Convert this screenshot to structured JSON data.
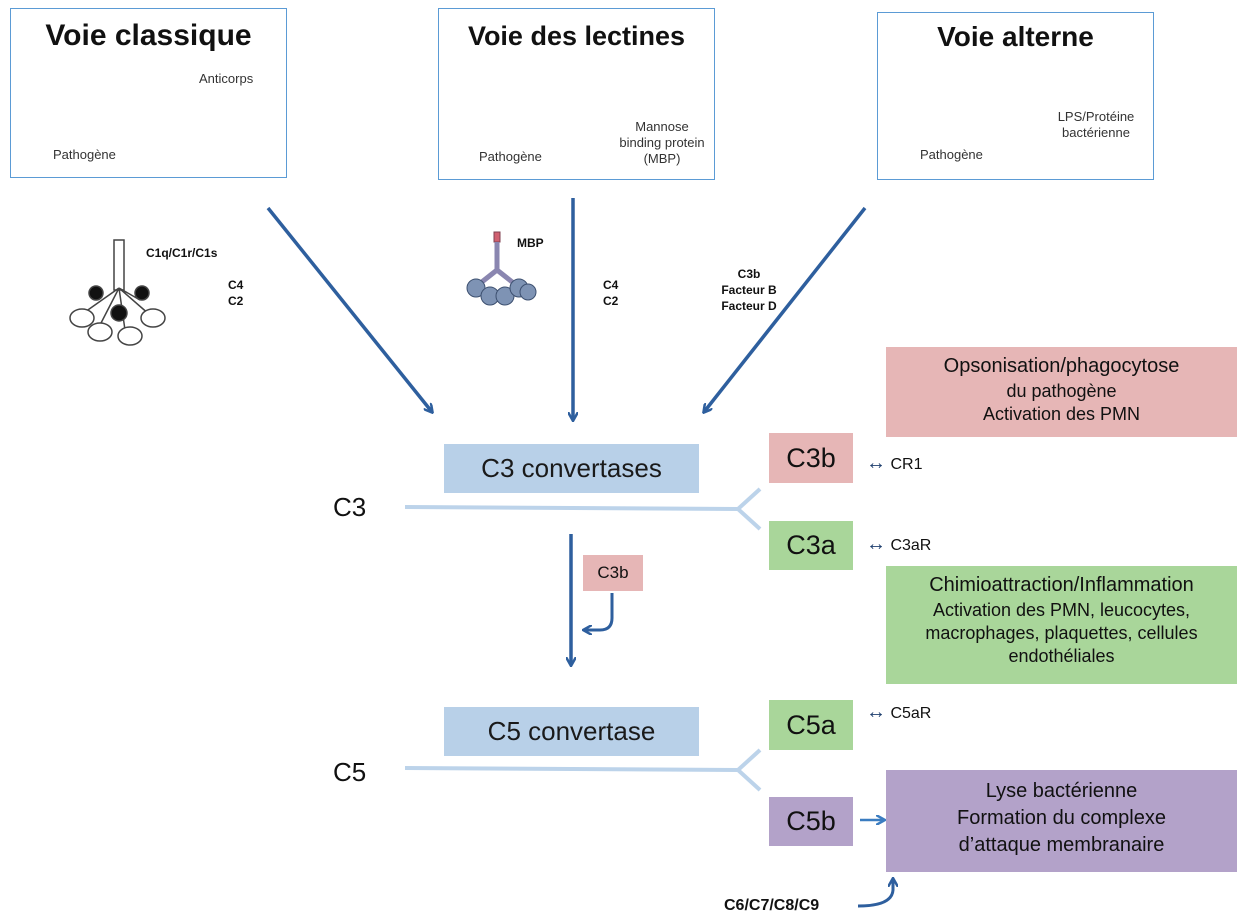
{
  "pathways": {
    "classical": {
      "title": "Voie classique",
      "antibody_label": "Anticorps",
      "pathogen_label": "Pathogène",
      "factor_main": "C1q/C1r/C1s",
      "factor_c4": "C4",
      "factor_c2": "C2"
    },
    "lectin": {
      "title": "Voie des lectines",
      "pathogen_label": "Pathogène",
      "mbp_line1": "Mannose",
      "mbp_line2": "binding protein",
      "mbp_line3": "(MBP)",
      "factor_mbp": "MBP",
      "factor_c4": "C4",
      "factor_c2": "C2"
    },
    "alternative": {
      "title": "Voie alterne",
      "lps_line1": "LPS/Protéine",
      "lps_line2": "bactérienne",
      "pathogen_label": "Pathogène",
      "factor_c3b": "C3b",
      "factor_b": "Facteur B",
      "factor_d": "Facteur D"
    }
  },
  "cascade": {
    "c3_convertase": "C3 convertases",
    "c5_convertase": "C5 convertase",
    "c3_label": "C3",
    "c5_label": "C5",
    "c3b_middle": "C3b",
    "c3b": "C3b",
    "c3a": "C3a",
    "c5a": "C5a",
    "c5b": "C5b",
    "cr1": "CR1",
    "c3ar": "C3aR",
    "c5ar": "C5aR",
    "mac_components": "C6/C7/C8/C9",
    "receptor_arrow": "↔"
  },
  "effects": {
    "opsonisation": {
      "title": "Opsonisation/phagocytose",
      "line1": "du pathogène",
      "line2": "Activation des PMN"
    },
    "chemo": {
      "title": "Chimioattraction/Inflammation",
      "line1": "Activation des PMN, leucocytes,",
      "line2": "macrophages, plaquettes, cellules",
      "line3": "endothéliales"
    },
    "lysis": {
      "line1": "Lyse bactérienne",
      "line2": "Formation du complexe",
      "line3": "d’attaque membranaire"
    }
  },
  "colors": {
    "arrow": "#2e5f9e",
    "convertase": "#b8d0e8",
    "pink": "#e6b6b6",
    "green": "#a9d69a",
    "purple": "#b3a2c9",
    "pathogen": "#2e6db4"
  }
}
